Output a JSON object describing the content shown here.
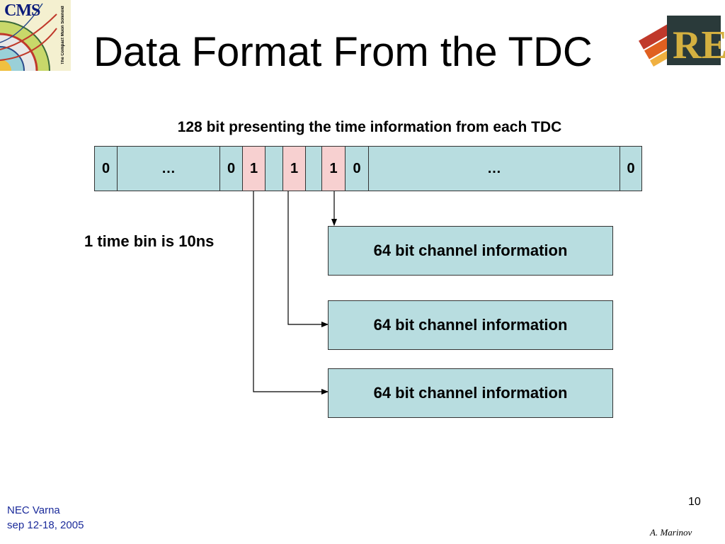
{
  "header": {
    "title": "Data Format From the TDC",
    "cms_logo_text": "CMS",
    "cms_logo_subtext": "The Compact Muon Solenoid",
    "re_logo_text": "RE"
  },
  "diagram": {
    "caption": "128 bit presenting the time information from each TDC",
    "bits": [
      "0",
      "…",
      "0",
      "1",
      "",
      "1",
      "",
      "1",
      "0",
      "…",
      "0"
    ],
    "highlight_color": "#f7d0d0",
    "cell_color": "#b8dde0",
    "time_bin_note": "1 time bin is 10ns",
    "channel_boxes": [
      "64 bit channel information",
      "64 bit channel information",
      "64 bit channel information"
    ]
  },
  "footer": {
    "page_number": "10",
    "event": "NEC Varna",
    "dates": "sep 12-18, 2005",
    "author": "A. Marinov"
  }
}
